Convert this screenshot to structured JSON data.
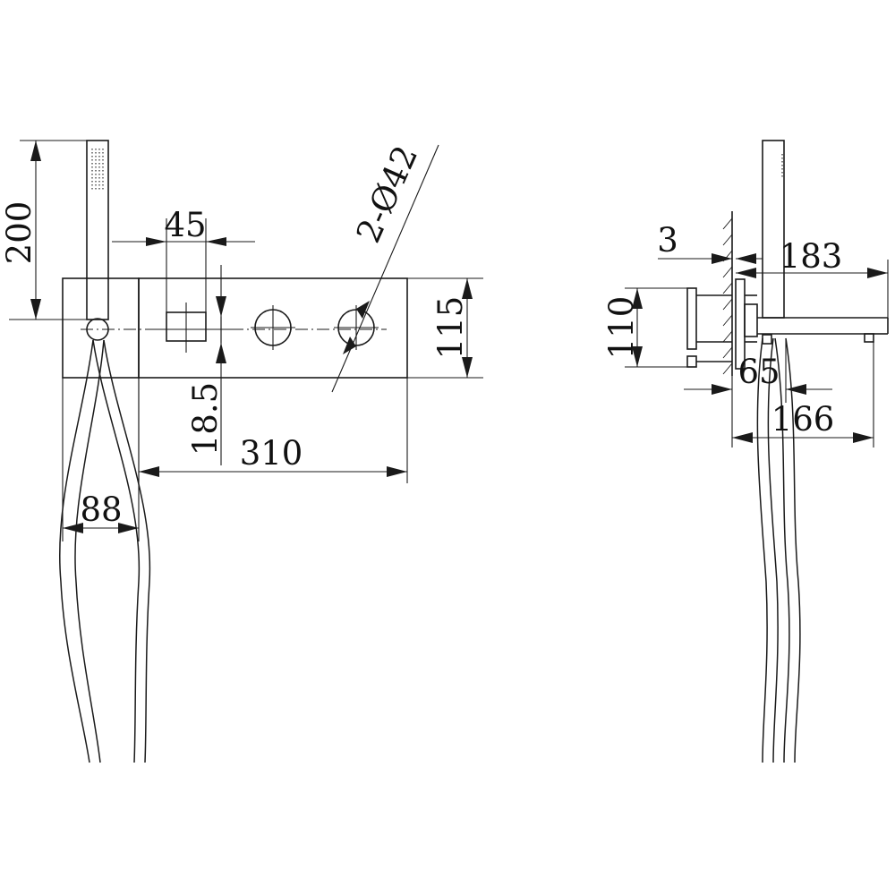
{
  "front_view": {
    "dim_handshower_height": "200",
    "dim_valve_spacing": "45",
    "dim_hole_diameter": "2-Ø42",
    "dim_plate_height": "115",
    "dim_offset": "18.5",
    "dim_plate_width": "310",
    "dim_holder_width": "88"
  },
  "side_view": {
    "dim_wall_gap": "3",
    "dim_spout_reach": "183",
    "dim_body_height": "110",
    "dim_depth": "65",
    "dim_total_depth": "166"
  },
  "colors": {
    "line": "#1a1a1a",
    "background": "#ffffff"
  }
}
